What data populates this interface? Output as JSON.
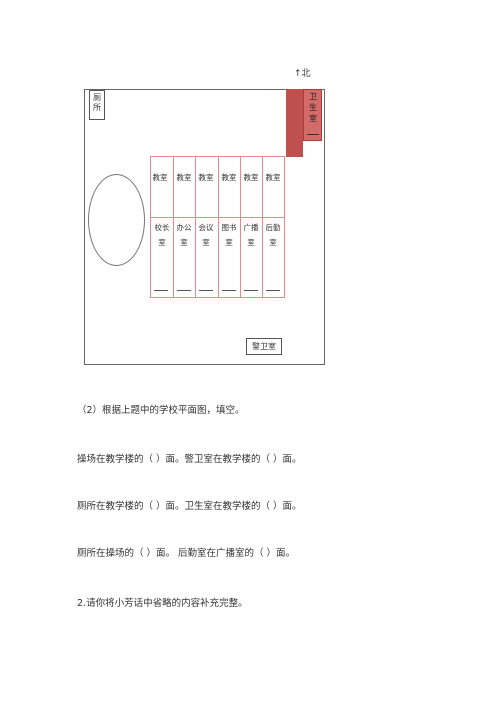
{
  "map": {
    "north": "↑北",
    "toilet": "厕所",
    "health_room": "卫生室",
    "guard_room": "警卫室",
    "top_rooms": [
      "教室",
      "教室",
      "教室",
      "教室",
      "教室",
      "教室"
    ],
    "bottom_rooms": [
      "校长室",
      "办公室",
      "会议室",
      "图书室",
      "广播室",
      "后勤室"
    ]
  },
  "question": {
    "intro": "（2）根据上题中的学校平面图，填空。",
    "line1": "操场在教学楼的（        ）面。警卫室在教学楼的（        ）面。",
    "line2": "厕所在教学楼的（        ）面。卫生室在教学楼的（        ）面。",
    "line3": "厕所在操场的（        ）面。 后勤室在广播室的（        ）面。",
    "next": "2.请你将小芳话中省略的内容补充完整。"
  }
}
